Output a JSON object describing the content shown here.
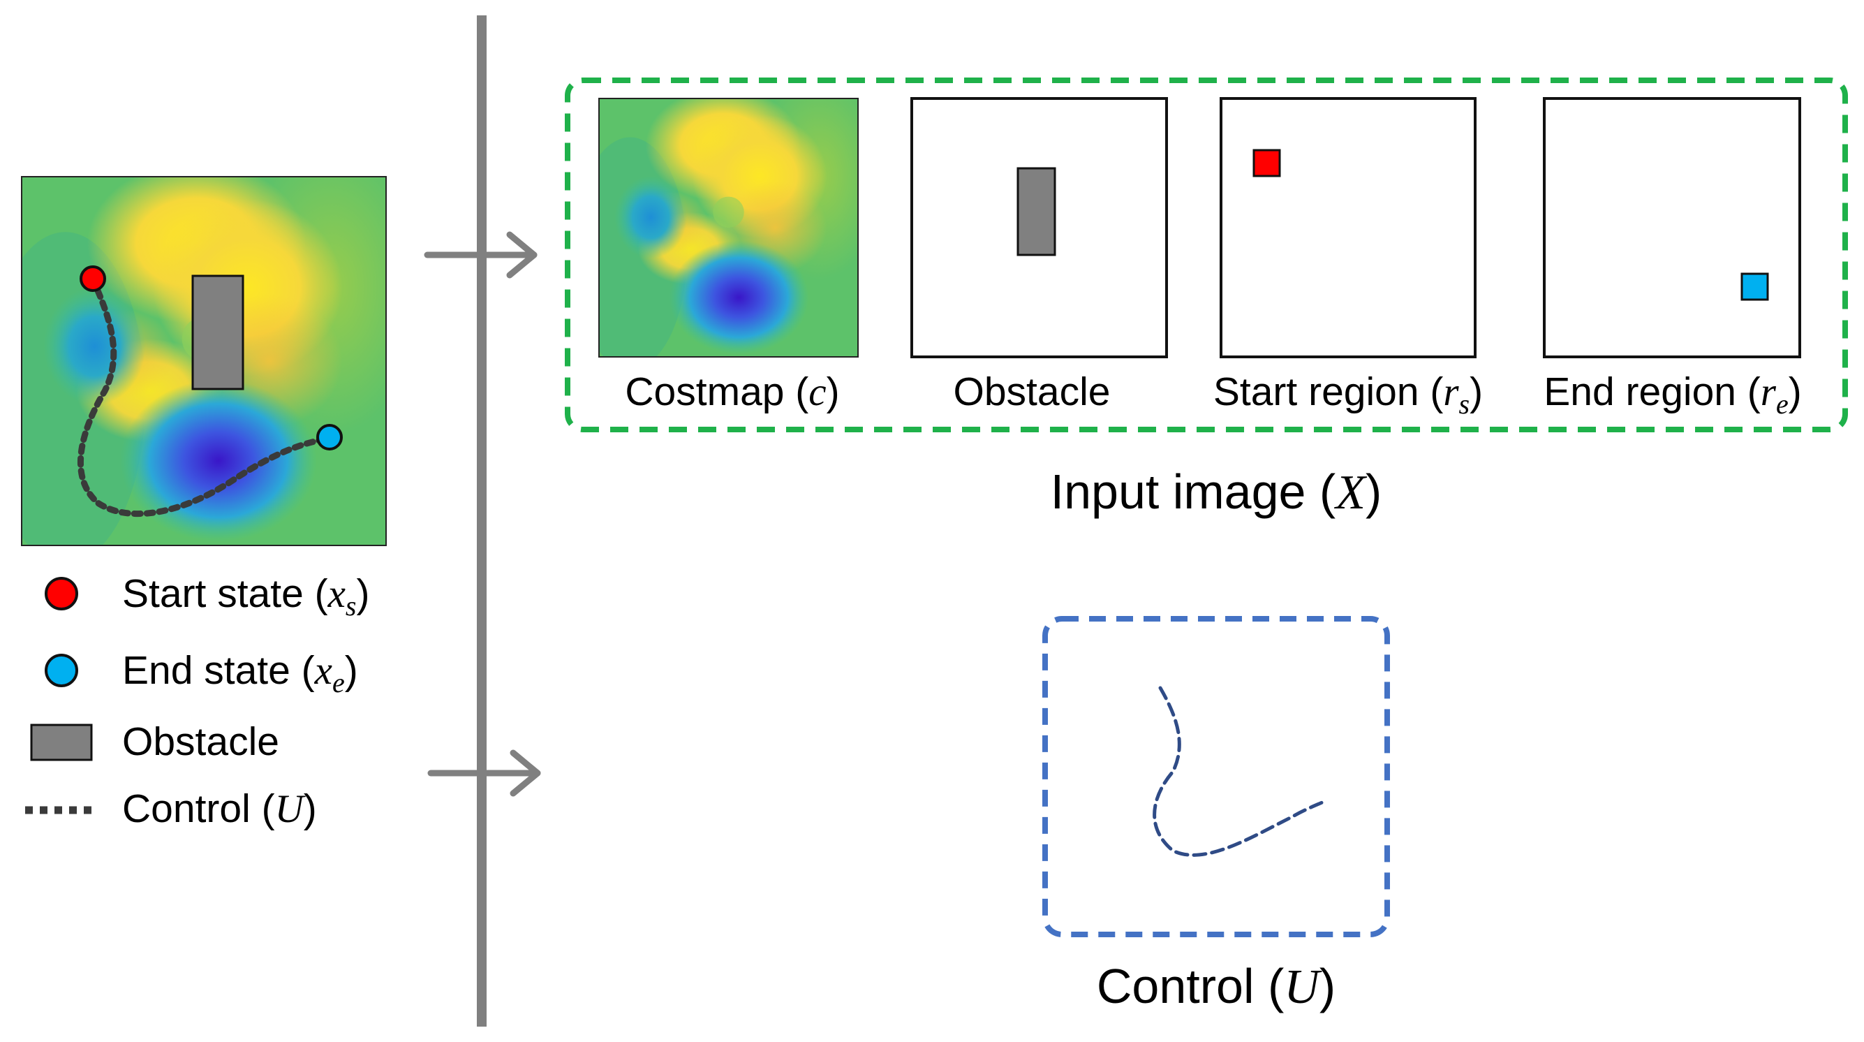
{
  "legend": {
    "start_state": {
      "text": "Start state (",
      "var": "x",
      "sub": "s",
      "close": ")"
    },
    "end_state": {
      "text": "End state (",
      "var": "x",
      "sub": "e",
      "close": ")"
    },
    "obstacle": {
      "text": "Obstacle"
    },
    "control": {
      "text": "Control (",
      "var": "U",
      "close": ")"
    }
  },
  "panels": {
    "costmap": {
      "text": "Costmap (",
      "var": "c",
      "close": ")"
    },
    "obstacle": {
      "text": "Obstacle"
    },
    "start_region": {
      "text": "Start region (",
      "var": "r",
      "sub": "s",
      "close": ")"
    },
    "end_region": {
      "text": "End region (",
      "var": "r",
      "sub": "e",
      "close": ")"
    }
  },
  "input_image": {
    "text": "Input image (",
    "var": "X",
    "close": ")"
  },
  "control_output": {
    "text": "Control (",
    "var": "U",
    "close": ")"
  },
  "colors": {
    "start": "#ff0000",
    "end": "#00b0f0",
    "obstacle": "#808080",
    "input_box": "#1fb14a",
    "control_box": "#4472c4",
    "control_path": "#2f4b86",
    "divider": "#808080"
  }
}
